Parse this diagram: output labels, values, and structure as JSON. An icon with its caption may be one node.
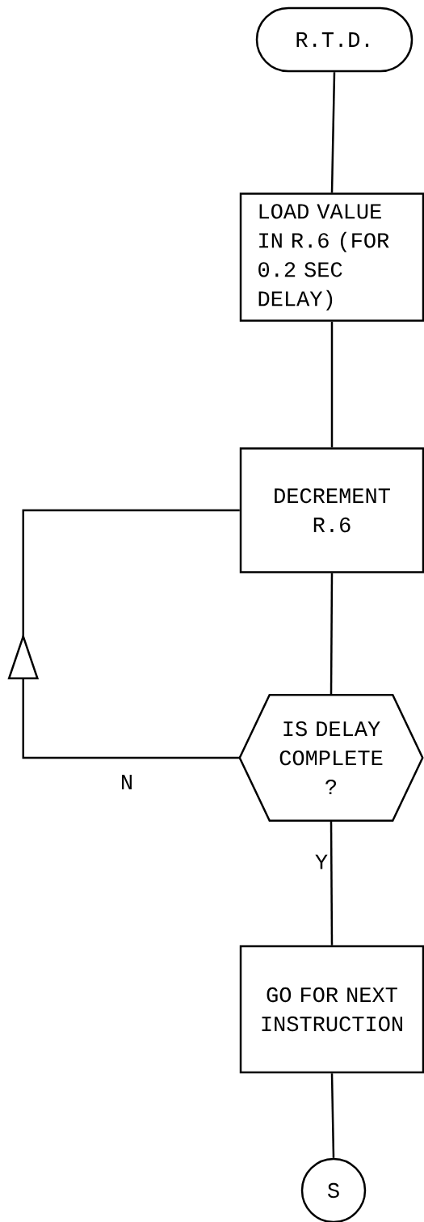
{
  "diagram": {
    "nodes": [
      {
        "text": [
          "R.T.D."
        ]
      },
      {
        "text": [
          "LOAD VALUE IN R.6 (FOR 0.2 SEC DELAY)"
        ]
      },
      {
        "text": [
          "DECREMENT R.6"
        ]
      },
      {
        "text": [
          "IS DELAY COMPLETE ?"
        ]
      },
      {
        "text": [
          "GO FOR NEXT INSTRUCTION"
        ]
      },
      {
        "text": [
          "S"
        ]
      }
    ],
    "edges": [
      {
        "from": 0,
        "to": 1,
        "arrow": "none"
      },
      {
        "from": 1,
        "to": 2,
        "arrow": "none"
      },
      {
        "from": 2,
        "to": 3,
        "arrow": "none"
      },
      {
        "from": 3,
        "to": 4,
        "arrow": "none",
        "label": "Y"
      },
      {
        "from": 4,
        "to": 5,
        "arrow": "none"
      },
      {
        "from": 3,
        "to": 2,
        "arrow": "to",
        "label": "N"
      }
    ]
  }
}
